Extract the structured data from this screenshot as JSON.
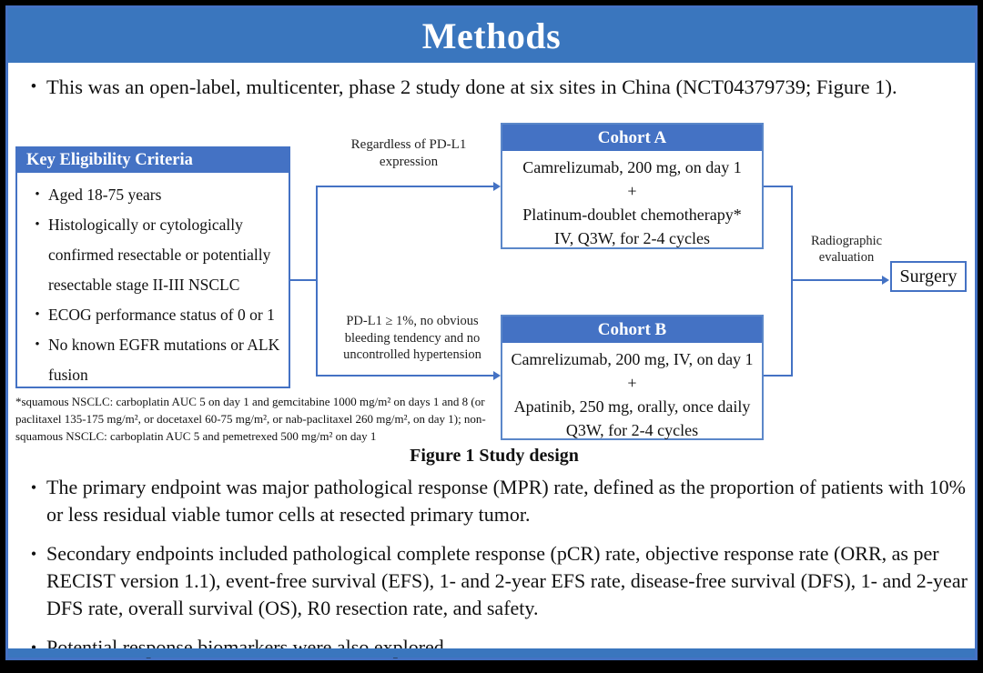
{
  "slide": {
    "title": "Methods",
    "bullet_char": "•",
    "colors": {
      "header_blue": "#3A76BE",
      "box_header_blue": "#4472C4",
      "border_blue": "#4472C4",
      "connector_blue": "#4472C4"
    }
  },
  "intro_bullet": "This was an open-label, multicenter, phase 2 study done at six sites in China (NCT04379739; Figure 1).",
  "diagram": {
    "key_box": {
      "title": "Key Eligibility Criteria",
      "items": [
        "Aged 18-75 years",
        "Histologically or cytologically confirmed resectable or potentially resectable stage II-III NSCLC",
        "ECOG performance status of 0 or 1",
        "No known EGFR mutations or ALK fusion"
      ]
    },
    "branch_labels": {
      "top": "Regardless of PD-L1 expression",
      "bottom": "PD-L1 ≥ 1%, no obvious bleeding tendency and no uncontrolled hypertension"
    },
    "cohort_a": {
      "title": "Cohort A",
      "lines": [
        "Camrelizumab, 200 mg, on day 1",
        "+",
        "Platinum-doublet chemotherapy*",
        "IV, Q3W, for 2-4 cycles"
      ]
    },
    "cohort_b": {
      "title": "Cohort B",
      "lines": [
        "Camrelizumab, 200 mg, IV, on day 1",
        "+",
        "Apatinib, 250 mg, orally, once daily",
        "Q3W, for 2-4 cycles"
      ]
    },
    "evaluation_label": "Radiographic evaluation",
    "surgery_box_label": "Surgery",
    "footnote": "*squamous NSCLC: carboplatin AUC 5 on day 1 and gemcitabine 1000 mg/m² on days 1 and 8 (or paclitaxel 135-175 mg/m², or docetaxel 60-75 mg/m², or nab-paclitaxel 260 mg/m², on day 1); non-squamous NSCLC: carboplatin AUC 5 and pemetrexed 500 mg/m² on day 1",
    "caption": "Figure 1 Study design"
  },
  "endpoint_bullets": [
    "The primary endpoint was major pathological response (MPR) rate, defined as the proportion of patients with 10% or less residual viable tumor cells at resected primary tumor.",
    "Secondary endpoints included pathological complete response (pCR) rate, objective response rate (ORR, as per RECIST version 1.1), event-free survival (EFS), 1- and 2-year EFS rate, disease-free survival (DFS), 1- and 2-year DFS rate, overall survival (OS), R0 resection rate, and safety.",
    "Potential response biomarkers were also explored."
  ]
}
